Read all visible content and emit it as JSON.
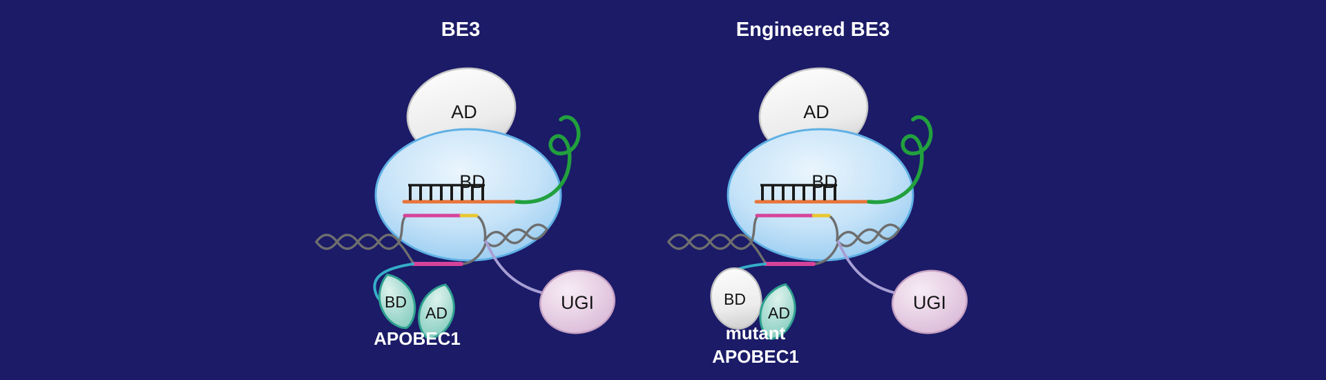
{
  "figure": {
    "description_background_color": "#1b1b68",
    "panels": [
      {
        "title": "BE3",
        "cas9_ad_label": "AD",
        "cas9_bd_label": "BD",
        "apobec_bd_label": "BD",
        "apobec_ad_label": "AD",
        "apobec_name": "APOBEC1",
        "ugi_label": "UGI"
      },
      {
        "title": "Engineered BE3",
        "cas9_ad_label": "AD",
        "cas9_bd_label": "BD",
        "apobec_bd_label": "BD",
        "apobec_ad_label": "AD",
        "apobec_name_line1": "mutant",
        "apobec_name_line2": "APOBEC1",
        "ugi_label": "UGI"
      }
    ],
    "colors": {
      "background_navy": "#1b1b68",
      "cas9_bd_fill": "#c6e3f8",
      "cas9_bd_stroke": "#5fb0e4",
      "deaminase_ad_fill": "#ededed",
      "sgrna_scaffold_green": "#22a03e",
      "guide_rna_orange": "#e8743a",
      "edited_strand_magenta": "#d6439a",
      "pam_yellow": "#e8c832",
      "linker_cyan": "#35aec8",
      "linker_purple": "#a79fd4",
      "apobec_teal_fill": "#8fd0c2",
      "apobec_teal_stroke": "#2fa090",
      "ugi_fill": "#e9cfe6",
      "dna_gray": "#6e6e6e",
      "title_text": "#ffffff",
      "label_text": "#151515"
    }
  }
}
